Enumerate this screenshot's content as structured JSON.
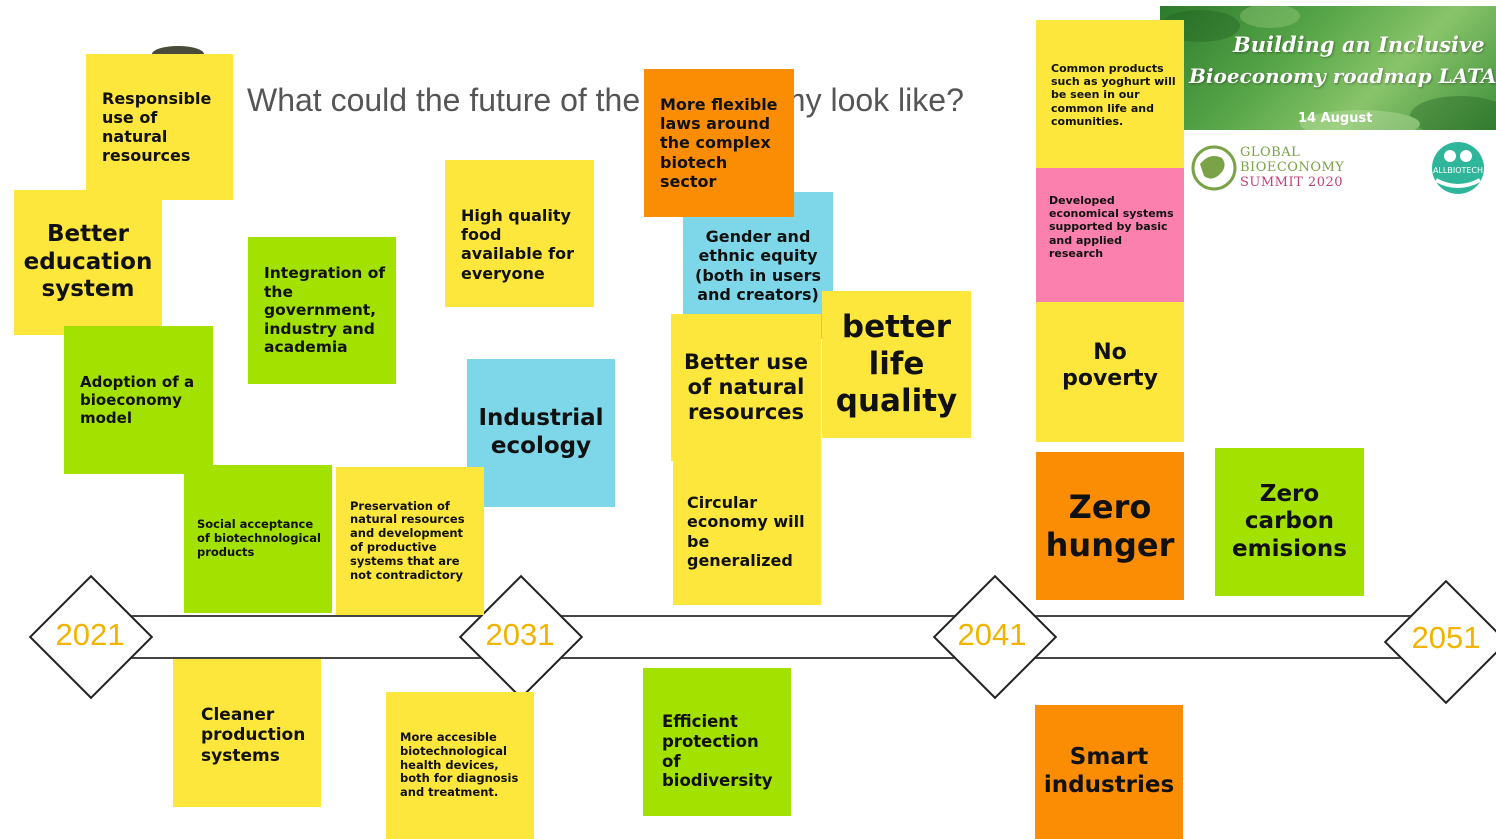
{
  "title": "What could the future of the bioeconomy look like?",
  "banner": {
    "line1": "Building an Inclusive",
    "line2": "Bioeconomy roadmap LATAM",
    "date": "14 August"
  },
  "summit": {
    "line1": "GLOBAL",
    "line2": "BIOECONOMY",
    "line3": "SUMMIT 2020"
  },
  "biotech_logo_text": "ALLBIOTECH",
  "timeline": {
    "years": [
      "2021",
      "2031",
      "2041",
      "2051"
    ]
  },
  "notes": {
    "responsible": "Responsible use of natural resources",
    "better_education": "Better education system",
    "adoption": "Adoption of a bioeconomy model",
    "integration": "Integration of the government, industry and academia",
    "high_quality_food": "High quality food available for everyone",
    "more_flexible": "More flexible laws around the complex biotech sector",
    "gender": "Gender and ethnic equity (both in users and creators)",
    "better_use": "Better use of natural resources",
    "better_life": "better life quality",
    "industrial": "Industrial ecology",
    "social": "Social acceptance of biotechnological products",
    "preservation": "Preservation of natural resources and development of productive systems that are not contradictory",
    "circular": "Circular economy will be generalized",
    "common_products": "Common products such as yoghurt will be seen in our common life and comunities.",
    "developed": "Developed economical systems supported by basic and applied research",
    "no_poverty": "No poverty",
    "zero_hunger": "Zero hunger",
    "zero_carbon": "Zero carbon emisions",
    "cleaner": "Cleaner production systems",
    "more_accessible": "More accesible biotechnological health devices, both for diagnosis and treatment.",
    "efficient": "Efficient protection of biodiversity",
    "smart": "Smart industries"
  },
  "colors": {
    "yellow": "#fde73d",
    "green": "#a2e100",
    "blue": "#7dd7e8",
    "orange": "#fb8d05",
    "pink": "#fb80ad",
    "year": "#f0b400"
  }
}
